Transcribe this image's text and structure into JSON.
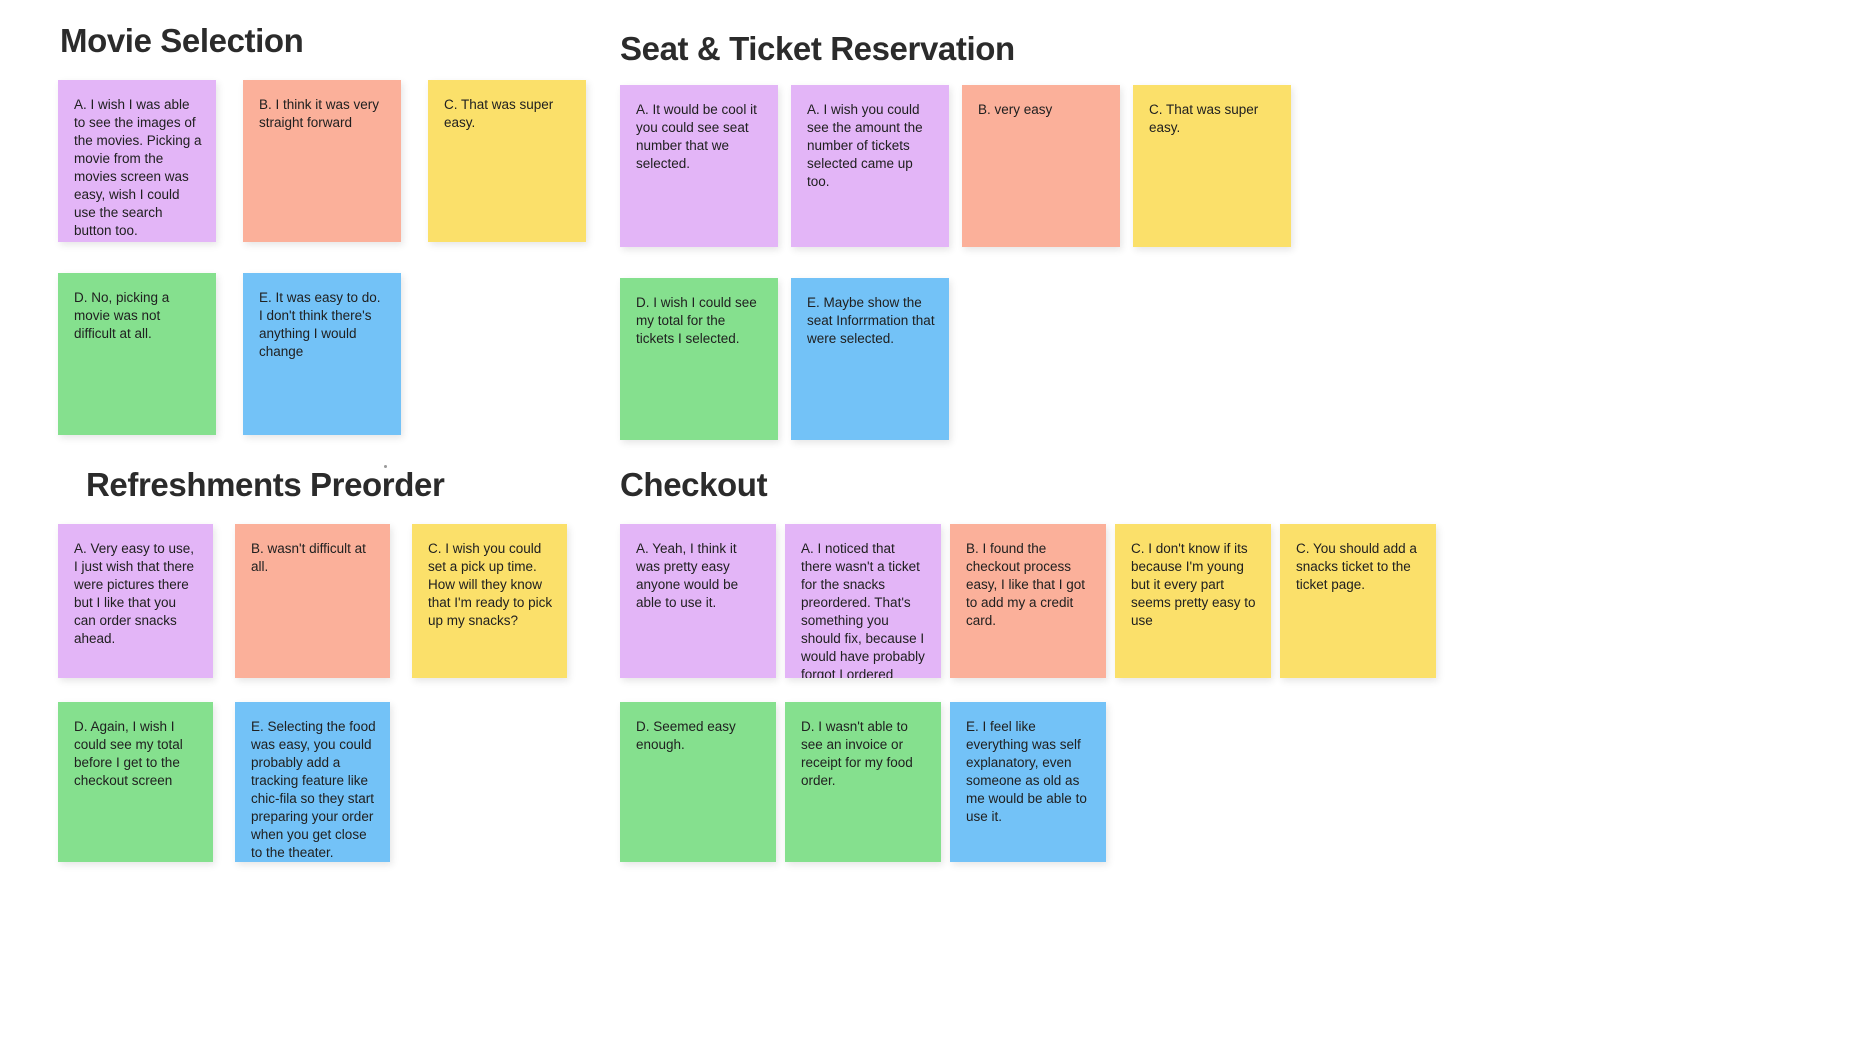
{
  "board": {
    "background_color": "#ffffff",
    "note_colors": {
      "purple": "#e3b5f7",
      "salmon": "#fbb09a",
      "yellow": "#fbe06a",
      "green": "#85e08e",
      "blue": "#73c2f7"
    }
  },
  "sections": [
    {
      "id": "movie",
      "title": "Movie Selection",
      "rows": [
        [
          {
            "color": "purple",
            "text": "A. I wish I was able to see the images of the movies. Picking a movie from the movies screen was easy, wish I could use the search button too."
          },
          {
            "color": "salmon",
            "text": "B. I think it was very straight forward"
          },
          {
            "color": "yellow",
            "text": "C. That was super easy."
          }
        ],
        [
          {
            "color": "green",
            "text": "D. No, picking a movie was not difficult at all."
          },
          {
            "color": "blue",
            "text": "E. It was easy to do. I don't think there's anything I would change"
          }
        ]
      ]
    },
    {
      "id": "seat",
      "title": "Seat & Ticket Reservation",
      "rows": [
        [
          {
            "color": "purple",
            "text": "A. It would be cool it you could see seat number that we selected."
          },
          {
            "color": "purple",
            "text": "A. I wish you could see the amount the number of tickets selected came up too."
          },
          {
            "color": "salmon",
            "text": "B. very easy"
          },
          {
            "color": "yellow",
            "text": "C. That was super easy."
          }
        ],
        [
          {
            "color": "green",
            "text": "D. I wish I could see my total for the tickets I selected."
          },
          {
            "color": "blue",
            "text": "E. Maybe show the seat Inforrmation that were selected."
          }
        ]
      ]
    },
    {
      "id": "refresh",
      "title": "Refreshments Preorder",
      "rows": [
        [
          {
            "color": "purple",
            "text": "A. Very easy to use, I just wish that there were pictures there but I like that you can order snacks ahead."
          },
          {
            "color": "salmon",
            "text": "B. wasn't difficult at all."
          },
          {
            "color": "yellow",
            "text": "C. I wish you could set a pick up time. How will they know that I'm ready to pick up my snacks?"
          }
        ],
        [
          {
            "color": "green",
            "text": "D. Again, I wish I could see my total before I get to the checkout screen"
          },
          {
            "color": "blue",
            "text": "E. Selecting the food was easy, you could probably add a tracking feature like chic-fila so they start preparing your order when you get close to the theater."
          }
        ]
      ]
    },
    {
      "id": "checkout",
      "title": "Checkout",
      "rows": [
        [
          {
            "color": "purple",
            "text": "A. Yeah, I think it was pretty easy anyone would be able to use it."
          },
          {
            "color": "purple",
            "text": "A. I noticed that there wasn't a ticket for the snacks preordered. That's something you should fix, because I would have probably forgot I ordered snacks."
          },
          {
            "color": "salmon",
            "text": "B. I found the checkout process easy, I like that I got to add my a credit card."
          },
          {
            "color": "yellow",
            "text": "C. I don't know if its because I'm young but it every part seems pretty easy to use"
          },
          {
            "color": "yellow",
            "text": "C. You should add a snacks ticket to the ticket page."
          }
        ],
        [
          {
            "color": "green",
            "text": "D. Seemed easy enough."
          },
          {
            "color": "green",
            "text": "D. I wasn't able to see an invoice or receipt for my food order."
          },
          {
            "color": "blue",
            "text": "E. I feel like everything was self explanatory, even someone as old as me would be able to use it."
          }
        ]
      ]
    }
  ]
}
